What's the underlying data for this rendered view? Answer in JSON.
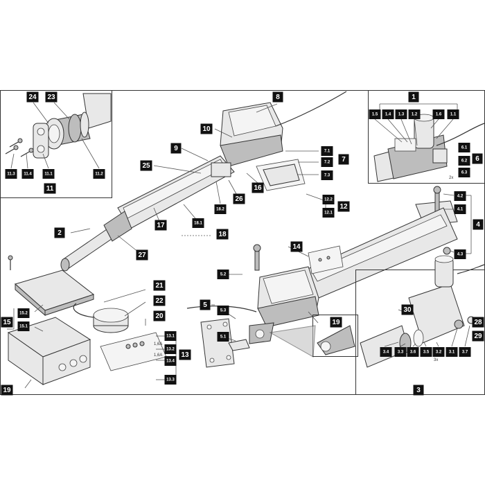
{
  "diagram": {
    "labels": {
      "l1": "1",
      "l1_1": "1.1",
      "l1_2": "1.2",
      "l1_3": "1.3",
      "l1_4": "1.4",
      "l1_5": "1.5",
      "l1_6": "1.6",
      "l2": "2",
      "l3": "3",
      "l3_1": "3.1",
      "l3_2": "3.2",
      "l3_3": "3.3",
      "l3_4": "3.4",
      "l3_5": "3.5",
      "l3_6": "3.6",
      "l3_7": "3.7",
      "l4": "4",
      "l4_1": "4.1",
      "l4_2": "4.2",
      "l4_3": "4.3",
      "l5": "5",
      "l5_1": "5.1",
      "l5_2": "5.2",
      "l5_3": "5.3",
      "l6": "6",
      "l6_1": "6.1",
      "l6_2": "6.2",
      "l6_3": "6.3",
      "l7": "7",
      "l7_1": "7.1",
      "l7_2": "7.2",
      "l7_3": "7.3",
      "l8": "8",
      "l9": "9",
      "l10": "10",
      "l11": "11",
      "l11_1": "11.1",
      "l11_2": "11.2",
      "l11_3": "11.3",
      "l11_4": "11.4",
      "l12": "12",
      "l12_1": "12.1",
      "l12_2": "12.2",
      "l13": "13",
      "l13_1": "13.1",
      "l13_2": "13.2",
      "l13_3": "13.3",
      "l13_4": "13.4",
      "l14": "14",
      "l15": "15",
      "l15_1": "15.1",
      "l15_2": "15.2",
      "l16": "16",
      "l17": "17",
      "l18": "18",
      "l18_1": "18.1",
      "l18_2": "18.2",
      "l19a": "19",
      "l19b": "19",
      "l20": "20",
      "l21": "21",
      "l22": "22",
      "l23": "23",
      "l24": "24",
      "l25": "25",
      "l26": "26",
      "l27": "27",
      "l28": "28",
      "l29": "29",
      "l30": "30"
    },
    "notes": {
      "qty_2x": "2x",
      "qty_3x": "3x",
      "fuse_a": "1,6A",
      "fuse_b": "1,6A"
    }
  }
}
